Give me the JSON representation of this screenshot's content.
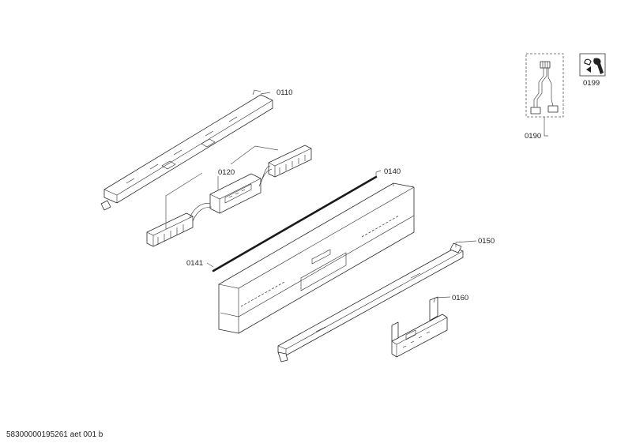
{
  "diagram": {
    "labels": {
      "p0110": "0110",
      "p0120": "0120",
      "p0140": "0140",
      "p0141": "0141",
      "p0150": "0150",
      "p0160": "0160",
      "p0190": "0190",
      "p0199": "0199"
    },
    "document_id": "58300000195261 aet 001 b"
  }
}
